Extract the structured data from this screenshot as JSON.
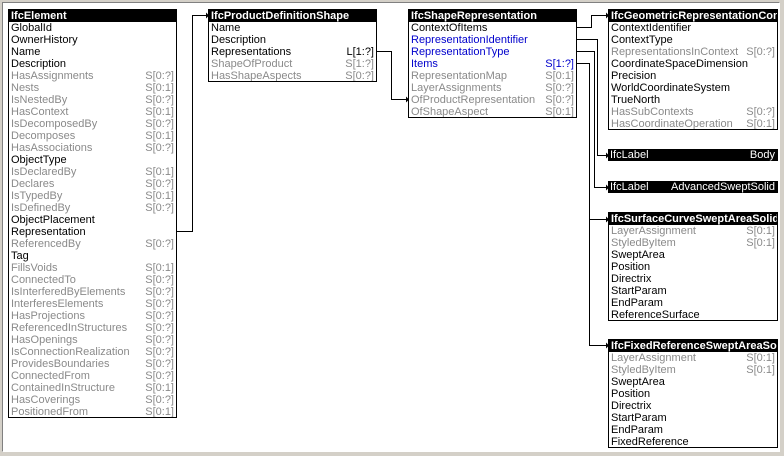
{
  "entities": {
    "ifc_element": {
      "title": "IfcElement",
      "attributes": [
        {
          "name": "GlobalId",
          "card": "",
          "kind": "direct"
        },
        {
          "name": "OwnerHistory",
          "card": "",
          "kind": "direct"
        },
        {
          "name": "Name",
          "card": "",
          "kind": "direct"
        },
        {
          "name": "Description",
          "card": "",
          "kind": "direct"
        },
        {
          "name": "HasAssignments",
          "card": "S[0:?]",
          "kind": "inverse"
        },
        {
          "name": "Nests",
          "card": "S[0:1]",
          "kind": "inverse"
        },
        {
          "name": "IsNestedBy",
          "card": "S[0:?]",
          "kind": "inverse"
        },
        {
          "name": "HasContext",
          "card": "S[0:1]",
          "kind": "inverse"
        },
        {
          "name": "IsDecomposedBy",
          "card": "S[0:?]",
          "kind": "inverse"
        },
        {
          "name": "Decomposes",
          "card": "S[0:1]",
          "kind": "inverse"
        },
        {
          "name": "HasAssociations",
          "card": "S[0:?]",
          "kind": "inverse"
        },
        {
          "name": "ObjectType",
          "card": "",
          "kind": "direct"
        },
        {
          "name": "IsDeclaredBy",
          "card": "S[0:1]",
          "kind": "inverse"
        },
        {
          "name": "Declares",
          "card": "S[0:?]",
          "kind": "inverse"
        },
        {
          "name": "IsTypedBy",
          "card": "S[0:1]",
          "kind": "inverse"
        },
        {
          "name": "IsDefinedBy",
          "card": "S[0:?]",
          "kind": "inverse"
        },
        {
          "name": "ObjectPlacement",
          "card": "",
          "kind": "direct"
        },
        {
          "name": "Representation",
          "card": "",
          "kind": "direct"
        },
        {
          "name": "ReferencedBy",
          "card": "S[0:?]",
          "kind": "inverse"
        },
        {
          "name": "Tag",
          "card": "",
          "kind": "direct"
        },
        {
          "name": "FillsVoids",
          "card": "S[0:1]",
          "kind": "inverse"
        },
        {
          "name": "ConnectedTo",
          "card": "S[0:?]",
          "kind": "inverse"
        },
        {
          "name": "IsInterferedByElements",
          "card": "S[0:?]",
          "kind": "inverse"
        },
        {
          "name": "InterferesElements",
          "card": "S[0:?]",
          "kind": "inverse"
        },
        {
          "name": "HasProjections",
          "card": "S[0:?]",
          "kind": "inverse"
        },
        {
          "name": "ReferencedInStructures",
          "card": "S[0:?]",
          "kind": "inverse"
        },
        {
          "name": "HasOpenings",
          "card": "S[0:?]",
          "kind": "inverse"
        },
        {
          "name": "IsConnectionRealization",
          "card": "S[0:?]",
          "kind": "inverse"
        },
        {
          "name": "ProvidesBoundaries",
          "card": "S[0:?]",
          "kind": "inverse"
        },
        {
          "name": "ConnectedFrom",
          "card": "S[0:?]",
          "kind": "inverse"
        },
        {
          "name": "ContainedInStructure",
          "card": "S[0:1]",
          "kind": "inverse"
        },
        {
          "name": "HasCoverings",
          "card": "S[0:?]",
          "kind": "inverse"
        },
        {
          "name": "PositionedFrom",
          "card": "S[0:1]",
          "kind": "inverse"
        }
      ]
    },
    "ifc_product_definition_shape": {
      "title": "IfcProductDefinitionShape",
      "attributes": [
        {
          "name": "Name",
          "card": "",
          "kind": "direct"
        },
        {
          "name": "Description",
          "card": "",
          "kind": "direct"
        },
        {
          "name": "Representations",
          "card": "L[1:?]",
          "kind": "direct"
        },
        {
          "name": "ShapeOfProduct",
          "card": "S[1:?]",
          "kind": "inverse"
        },
        {
          "name": "HasShapeAspects",
          "card": "S[0:?]",
          "kind": "inverse"
        }
      ]
    },
    "ifc_shape_representation": {
      "title": "IfcShapeRepresentation",
      "attributes": [
        {
          "name": "ContextOfItems",
          "card": "",
          "kind": "direct"
        },
        {
          "name": "RepresentationIdentifier",
          "card": "",
          "kind": "select"
        },
        {
          "name": "RepresentationType",
          "card": "",
          "kind": "select"
        },
        {
          "name": "Items",
          "card": "S[1:?]",
          "kind": "select"
        },
        {
          "name": "RepresentationMap",
          "card": "S[0:1]",
          "kind": "inverse"
        },
        {
          "name": "LayerAssignments",
          "card": "S[0:?]",
          "kind": "inverse"
        },
        {
          "name": "OfProductRepresentation",
          "card": "S[0:?]",
          "kind": "inverse"
        },
        {
          "name": "OfShapeAspect",
          "card": "S[0:1]",
          "kind": "inverse"
        }
      ]
    },
    "ifc_geometric_representation_context": {
      "title": "IfcGeometricRepresentationContext",
      "attributes": [
        {
          "name": "ContextIdentifier",
          "card": "",
          "kind": "direct"
        },
        {
          "name": "ContextType",
          "card": "",
          "kind": "direct"
        },
        {
          "name": "RepresentationsInContext",
          "card": "S[0:?]",
          "kind": "inverse"
        },
        {
          "name": "CoordinateSpaceDimension",
          "card": "",
          "kind": "direct"
        },
        {
          "name": "Precision",
          "card": "",
          "kind": "direct"
        },
        {
          "name": "WorldCoordinateSystem",
          "card": "",
          "kind": "direct"
        },
        {
          "name": "TrueNorth",
          "card": "",
          "kind": "direct"
        },
        {
          "name": "HasSubContexts",
          "card": "S[0:?]",
          "kind": "inverse"
        },
        {
          "name": "HasCoordinateOperation",
          "card": "S[0:1]",
          "kind": "inverse"
        }
      ]
    },
    "ifc_surface_curve_swept_area_solid": {
      "title": "IfcSurfaceCurveSweptAreaSolid",
      "attributes": [
        {
          "name": "LayerAssignment",
          "card": "S[0:1]",
          "kind": "inverse"
        },
        {
          "name": "StyledByItem",
          "card": "S[0:1]",
          "kind": "inverse"
        },
        {
          "name": "SweptArea",
          "card": "",
          "kind": "direct"
        },
        {
          "name": "Position",
          "card": "",
          "kind": "direct"
        },
        {
          "name": "Directrix",
          "card": "",
          "kind": "direct"
        },
        {
          "name": "StartParam",
          "card": "",
          "kind": "direct"
        },
        {
          "name": "EndParam",
          "card": "",
          "kind": "direct"
        },
        {
          "name": "ReferenceSurface",
          "card": "",
          "kind": "direct"
        }
      ]
    },
    "ifc_fixed_reference_swept_area_solid": {
      "title": "IfcFixedReferenceSweptAreaSolid",
      "attributes": [
        {
          "name": "LayerAssignment",
          "card": "S[0:1]",
          "kind": "inverse"
        },
        {
          "name": "StyledByItem",
          "card": "S[0:1]",
          "kind": "inverse"
        },
        {
          "name": "SweptArea",
          "card": "",
          "kind": "direct"
        },
        {
          "name": "Position",
          "card": "",
          "kind": "direct"
        },
        {
          "name": "Directrix",
          "card": "",
          "kind": "direct"
        },
        {
          "name": "StartParam",
          "card": "",
          "kind": "direct"
        },
        {
          "name": "EndParam",
          "card": "",
          "kind": "direct"
        },
        {
          "name": "FixedReference",
          "card": "",
          "kind": "direct"
        }
      ]
    }
  },
  "type_values": [
    {
      "type": "IfcLabel",
      "value": "Body"
    },
    {
      "type": "IfcLabel",
      "value": "AdvancedSweptSolid"
    }
  ],
  "colors": {
    "background": "#d4d0c8",
    "title_bar": "#000000",
    "inverse_text": "#8a8a8a",
    "select_text": "#0000cc"
  }
}
